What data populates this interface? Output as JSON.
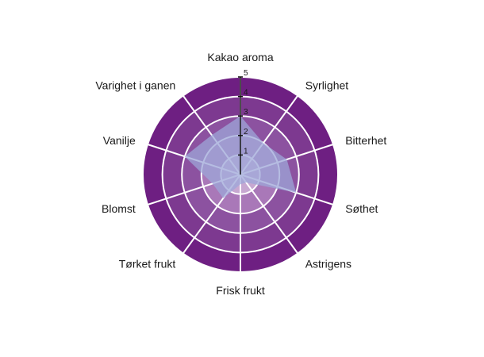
{
  "chart_data": {
    "type": "radar",
    "categories": [
      "Kakao aroma",
      "Syrlighet",
      "Bitterhet",
      "Søthet",
      "Astrigens",
      "Frisk frukt",
      "Tørket frukt",
      "Blomst",
      "Vanilje",
      "Varighet i ganen"
    ],
    "series": [
      {
        "values": [
          3,
          2,
          2.5,
          3,
          0.5,
          0.5,
          1.5,
          1.5,
          3,
          2.5
        ]
      }
    ],
    "rlim": [
      0,
      5
    ],
    "ticks": [
      "1",
      "2",
      "3",
      "4",
      "5"
    ],
    "colors": {
      "ring_outer": "#6e1f82",
      "ring_4": "#7d3990",
      "ring_3": "#8c52a0",
      "ring_2": "#a978b8",
      "ring_1": "#c7a8d1",
      "grid": "#ffffff",
      "series_fill": "#9ea7d8",
      "axis": "#111111"
    }
  }
}
